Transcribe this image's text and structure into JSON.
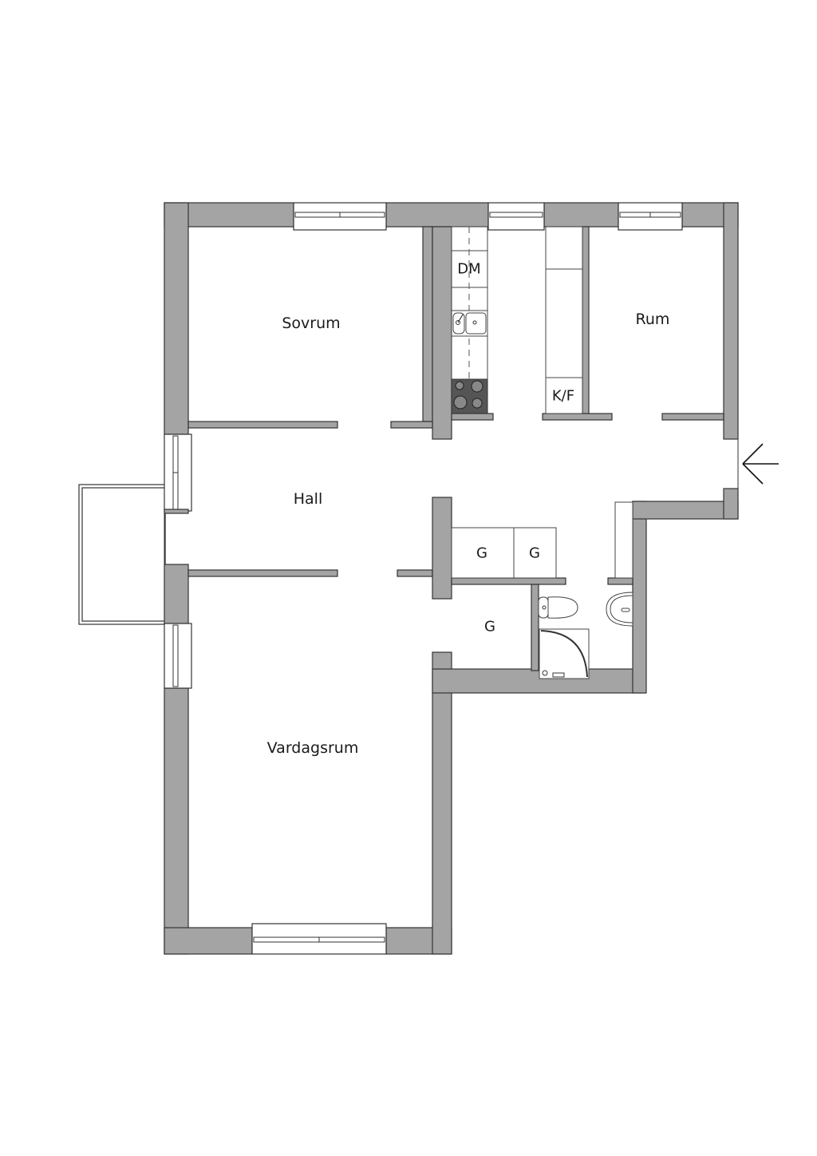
{
  "floorplan": {
    "rooms": {
      "sovrum": "Sovrum",
      "rum": "Rum",
      "hall": "Hall",
      "vardagsrum": "Vardagsrum"
    },
    "kitchen": {
      "dishwasher": "DM",
      "fridge_freezer": "K/F"
    },
    "storage": {
      "closet_1": "G",
      "closet_2": "G",
      "closet_3": "G"
    },
    "entrance_icon": "arrow-left-entrance",
    "colors": {
      "wall": "#a4a4a4",
      "wall_outline": "#333333",
      "background": "#ffffff",
      "stove": "#555555"
    }
  }
}
